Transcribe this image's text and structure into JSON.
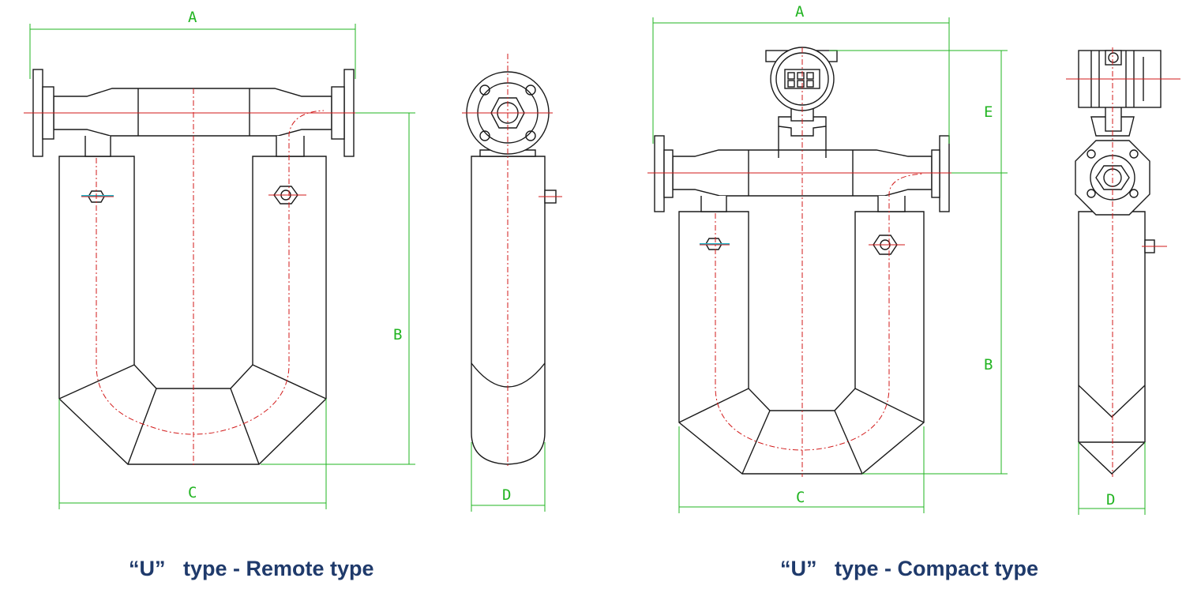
{
  "dimension_labels": {
    "remote_a": "A",
    "remote_b": "B",
    "remote_c": "C",
    "remote_d": "D",
    "compact_a": "A",
    "compact_e": "E",
    "compact_b": "B",
    "compact_c": "C",
    "compact_d": "D"
  },
  "captions": {
    "remote": "“U”   type - Remote type",
    "compact": "“U”   type - Compact type"
  },
  "colors": {
    "outline": "#1a1a1a",
    "centerline": "#d21a1a",
    "dimension": "#22b422",
    "caption": "#1f3a6b"
  }
}
